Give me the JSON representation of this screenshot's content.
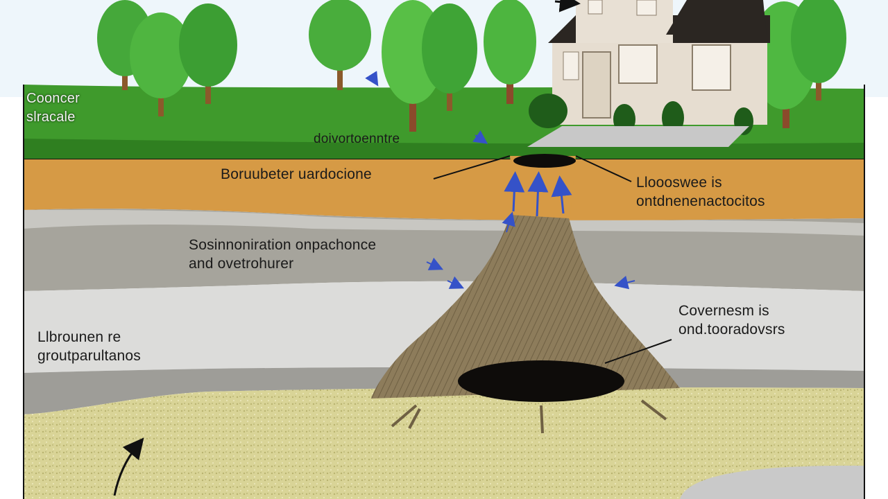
{
  "diagram": {
    "labels": {
      "surface": [
        "Cooncer",
        "slracale"
      ],
      "topsoil_center": "doivortoenntre",
      "subsoil": "Boruubeter uardocione",
      "right_top": [
        "Lloooswee is",
        "ontdnenenactocitos"
      ],
      "mid_layer": [
        "Sosinnoniration onpachonce",
        "and ovetrohurer"
      ],
      "left_low": [
        "Llbrounen re",
        "groutparultanos"
      ],
      "right_low": [
        "Covernesm is",
        "ond.tooradovsrs"
      ]
    },
    "colors": {
      "sky": "#eef6fb",
      "grass": "#3f9a2c",
      "topsoil": "#d69a45",
      "gray_band": "#a6a49c",
      "light_band": "#dcdcda",
      "sand": "#d9d497",
      "cone": "#8b7a5a",
      "house": "#e6ddd0",
      "roof": "#2b2622",
      "arrow": "#3552c8"
    },
    "icons": [
      "tree-icon",
      "house-icon",
      "arrow-icon",
      "sinkhole-void-icon"
    ]
  }
}
